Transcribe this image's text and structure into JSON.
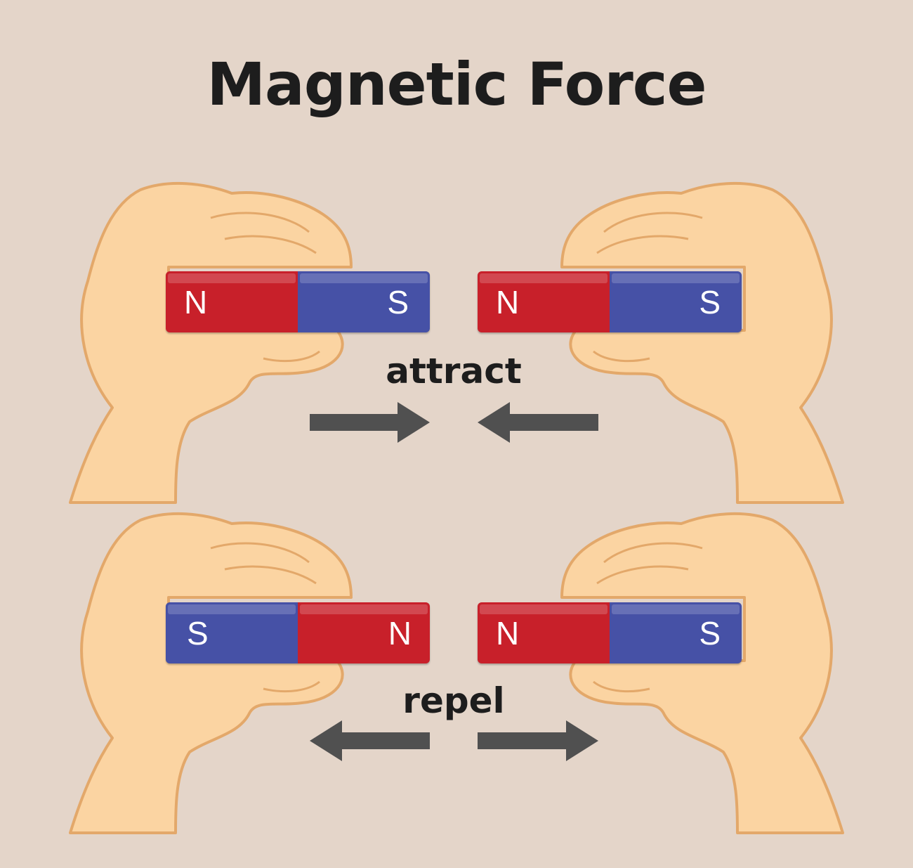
{
  "title": "Magnetic Force",
  "colors": {
    "background": "#e4d5c9",
    "north": "#c8202a",
    "south": "#4651a6",
    "arrow": "#505050",
    "skin": "#fbd4a2",
    "skin_outline": "#e3a86a"
  },
  "rows": [
    {
      "label": "attract",
      "left_magnet": [
        "N",
        "S"
      ],
      "right_magnet": [
        "N",
        "S"
      ],
      "arrows": [
        "right",
        "left"
      ]
    },
    {
      "label": "repel",
      "left_magnet": [
        "S",
        "N"
      ],
      "right_magnet": [
        "N",
        "S"
      ],
      "arrows": [
        "left",
        "right"
      ]
    }
  ]
}
